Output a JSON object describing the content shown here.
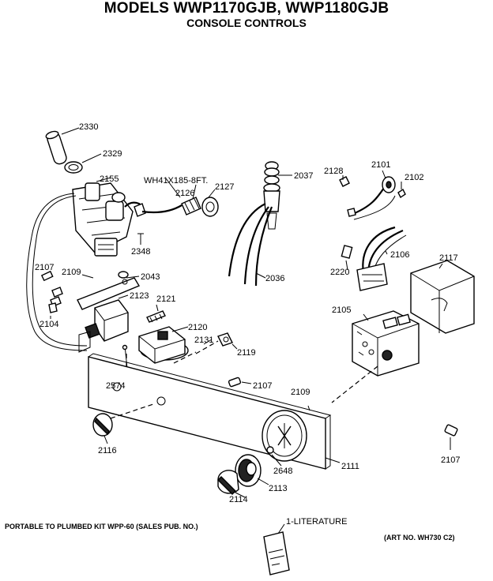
{
  "header": {
    "title": "MODELS WWP1170GJB, WWP1180GJB",
    "subtitle": "CONSOLE CONTROLS"
  },
  "labels": {
    "p2330": "2330",
    "p2329": "2329",
    "p2155": "2155",
    "p_hose": "WH41X185-8FT.",
    "p2126": "2126",
    "p2127": "2127",
    "p2348": "2348",
    "p2037": "2037",
    "p2036": "2036",
    "p2128": "2128",
    "p2101": "2101",
    "p2102": "2102",
    "p2106": "2106",
    "p2220": "2220",
    "p2117": "2117",
    "p2105": "2105",
    "p2107a": "2107",
    "p2109a": "2109",
    "p2043": "2043",
    "p2123": "2123",
    "p2121": "2121",
    "p2104": "2104",
    "p2120": "2120",
    "p2131": "2131",
    "p2119": "2119",
    "p2574": "2574",
    "p2107b": "2107",
    "p2109b": "2109",
    "p2116": "2116",
    "p2111": "2111",
    "p2648": "2648",
    "p2113": "2113",
    "p2114": "2114",
    "p2107c": "2107",
    "literature": "1-LITERATURE"
  },
  "footer": {
    "kit_note": "PORTABLE TO PLUMBED KIT WPP-60 (SALES PUB. NO.)",
    "art_no": "(ART NO. WH730 C2)"
  }
}
